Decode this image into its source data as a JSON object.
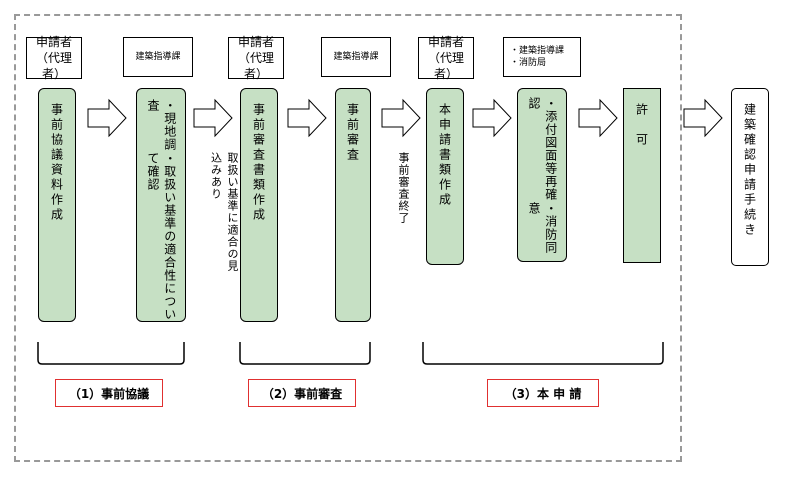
{
  "roles": {
    "r1": [
      "申請者",
      "（代理者）"
    ],
    "r2": "建築指導課",
    "r3": [
      "申請者",
      "（代理者）"
    ],
    "r4": "建築指導課",
    "r5": [
      "申請者",
      "（代理者）"
    ],
    "r6": [
      "・建築指導課",
      "・消防局"
    ]
  },
  "steps": {
    "s1": "事前協議資料作成",
    "s2_a": "・現地調査",
    "s2_b": "・取扱い基準の適合性について確認",
    "s3": "事前審査書類作成",
    "s4": "事前審査",
    "s5": "本申請書類作成",
    "s6_a": "・添付図面等再確認",
    "s6_b": "・消防同意",
    "s7": "許　可",
    "s8": "建築確認申請手続き"
  },
  "annotations": {
    "a1_a": "取扱い基準に",
    "a1_b": "適合の見込みあり",
    "a2": "事前審査終了"
  },
  "phases": {
    "p1": "（1）事前協議",
    "p2": "（2）事前審査",
    "p3": "（3）本 申 請"
  }
}
